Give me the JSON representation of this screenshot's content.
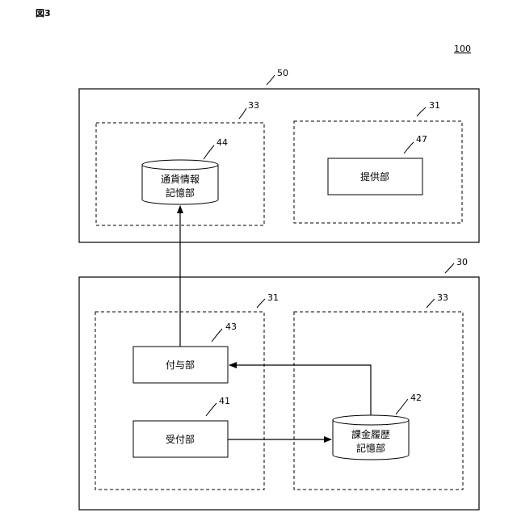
{
  "figure": {
    "label": "図3",
    "system_ref": "100"
  },
  "devices": {
    "upper": {
      "ref": "50"
    },
    "lower": {
      "ref": "30"
    }
  },
  "units": {
    "upper_left": {
      "ref": "33"
    },
    "upper_right": {
      "ref": "31"
    },
    "lower_left": {
      "ref": "31"
    },
    "lower_right": {
      "ref": "33"
    }
  },
  "components": {
    "currency_store": {
      "ref": "44",
      "line1": "通貨情報",
      "line2": "記憶部"
    },
    "provider": {
      "ref": "47",
      "label": "提供部"
    },
    "grant": {
      "ref": "43",
      "label": "付与部"
    },
    "receiver": {
      "ref": "41",
      "label": "受付部"
    },
    "billing_store": {
      "ref": "42",
      "line1": "課金履歴",
      "line2": "記憶部"
    }
  },
  "colors": {
    "line": "#000000",
    "background": "#ffffff"
  }
}
